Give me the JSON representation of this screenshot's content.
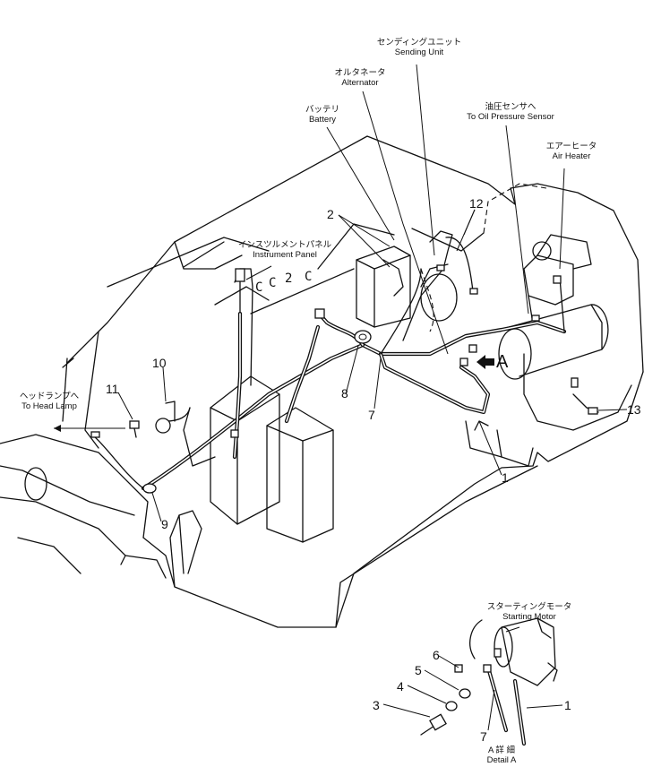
{
  "labels": {
    "sending_unit_jp": "センディングユニット",
    "sending_unit_en": "Sending Unit",
    "alternator_jp": "オルタネータ",
    "alternator_en": "Alternator",
    "battery_jp": "バッテリ",
    "battery_en": "Battery",
    "oil_pressure_jp": "油圧センサへ",
    "oil_pressure_en": "To Oil Pressure Sensor",
    "air_heater_jp": "エアーヒータ",
    "air_heater_en": "Air Heater",
    "instrument_panel_jp": "インスツルメントパネル",
    "instrument_panel_en": "Instrument Panel",
    "head_lamp_jp": "ヘッドランプへ",
    "head_lamp_en": "To Head Lamp",
    "starting_motor_jp": "スターティングモータ",
    "starting_motor_en": "Starting Motor",
    "detail_jp": "A 詳 細",
    "detail_en": "Detail A",
    "view_letter": "A"
  },
  "part_numbers": {
    "p1_main": "1",
    "p2": "2",
    "p7_main": "7",
    "p8": "8",
    "p9": "9",
    "p10": "10",
    "p11": "11",
    "p12": "12",
    "p13": "13",
    "p1_detail": "1",
    "p3": "3",
    "p4": "4",
    "p5": "5",
    "p6": "6",
    "p7_detail": "7"
  }
}
